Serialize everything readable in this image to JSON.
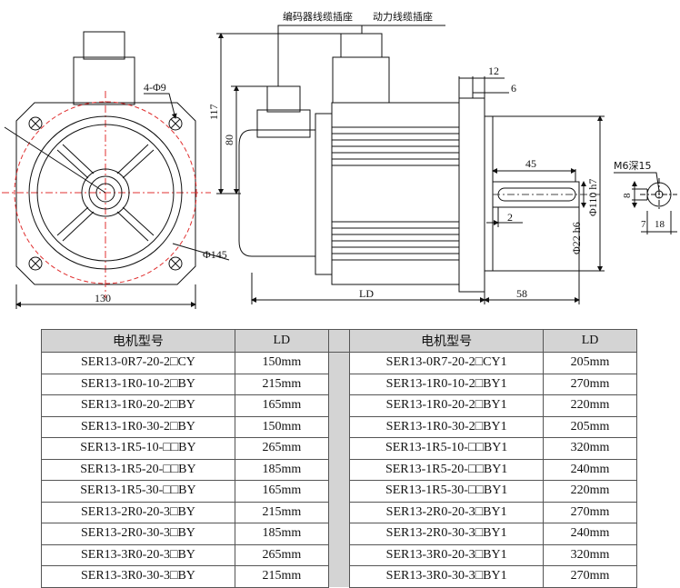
{
  "drawing": {
    "labels": {
      "encoder_socket": "编码器线缆插座",
      "power_socket": "动力线缆插座",
      "mount_holes": "4-Φ9",
      "pcd": "Φ145",
      "flange_width": "130",
      "height_total": "117",
      "height_encoder": "80",
      "ld": "LD",
      "d12": "12",
      "d6": "6",
      "d45": "45",
      "d2": "2",
      "d58": "58",
      "pilot": "Φ110 h7",
      "shaft": "Φ22 h6",
      "tap": "M6深15",
      "key8": "8",
      "d7": "7",
      "d18": "18"
    }
  },
  "table": {
    "header_model": "电机型号",
    "header_ld": "LD",
    "rows": [
      {
        "m1": "SER13-0R7-20-2□CY",
        "l1": "150mm",
        "m2": "SER13-0R7-20-2□CY1",
        "l2": "205mm"
      },
      {
        "m1": "SER13-1R0-10-2□BY",
        "l1": "215mm",
        "m2": "SER13-1R0-10-2□BY1",
        "l2": "270mm"
      },
      {
        "m1": "SER13-1R0-20-2□BY",
        "l1": "165mm",
        "m2": "SER13-1R0-20-2□BY1",
        "l2": "220mm"
      },
      {
        "m1": "SER13-1R0-30-2□BY",
        "l1": "150mm",
        "m2": "SER13-1R0-30-2□BY1",
        "l2": "205mm"
      },
      {
        "m1": "SER13-1R5-10-□□BY",
        "l1": "265mm",
        "m2": "SER13-1R5-10-□□BY1",
        "l2": "320mm"
      },
      {
        "m1": "SER13-1R5-20-□□BY",
        "l1": "185mm",
        "m2": "SER13-1R5-20-□□BY1",
        "l2": "240mm"
      },
      {
        "m1": "SER13-1R5-30-□□BY",
        "l1": "165mm",
        "m2": "SER13-1R5-30-□□BY1",
        "l2": "220mm"
      },
      {
        "m1": "SER13-2R0-20-3□BY",
        "l1": "215mm",
        "m2": "SER13-2R0-20-3□BY1",
        "l2": "270mm"
      },
      {
        "m1": "SER13-2R0-30-3□BY",
        "l1": "185mm",
        "m2": "SER13-2R0-30-3□BY1",
        "l2": "240mm"
      },
      {
        "m1": "SER13-3R0-20-3□BY",
        "l1": "265mm",
        "m2": "SER13-3R0-20-3□BY1",
        "l2": "320mm"
      },
      {
        "m1": "SER13-3R0-30-3□BY",
        "l1": "215mm",
        "m2": "SER13-3R0-30-3□BY1",
        "l2": "270mm"
      }
    ]
  }
}
